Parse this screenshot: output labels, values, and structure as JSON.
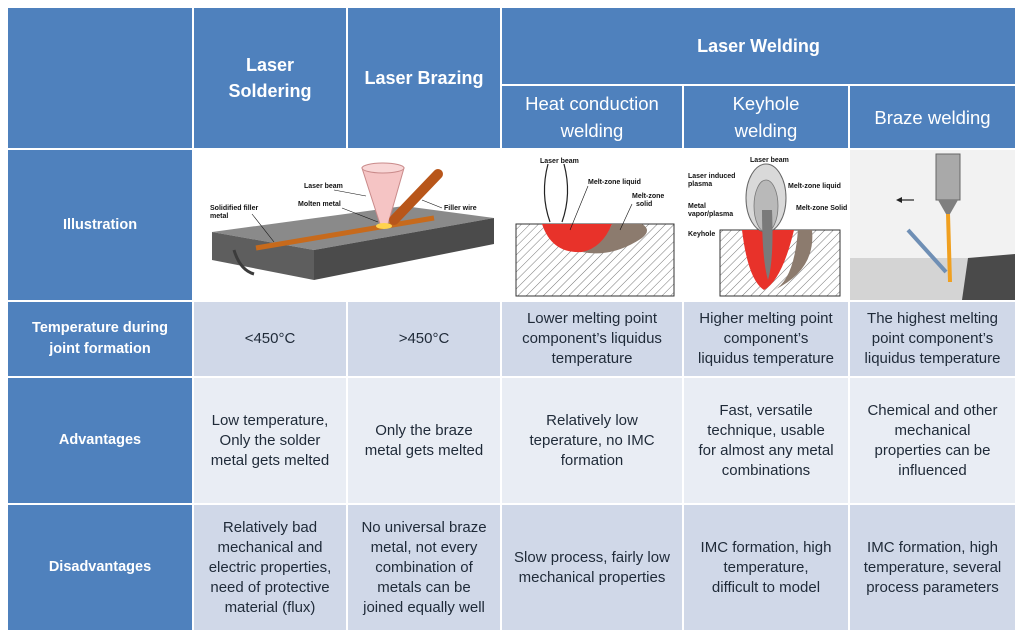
{
  "header": {
    "laser_soldering": "Laser\nSoldering",
    "laser_brazing": "Laser Brazing",
    "laser_welding": "Laser Welding",
    "heat_conduction": "Heat conduction\nwelding",
    "keyhole": "Keyhole\nwelding",
    "braze_welding": "Braze welding"
  },
  "rows": {
    "illustration": "Illustration",
    "temperature": "Temperature during\njoint formation",
    "advantages": "Advantages",
    "disadvantages": "Disadvantages"
  },
  "temperature": {
    "soldering": "<450°C",
    "brazing": ">450°C",
    "heat_conduction": "Lower melting point\ncomponent’s liquidus\ntemperature",
    "keyhole": "Higher melting point\ncomponent’s\nliquidus temperature",
    "braze_welding": "The highest melting\npoint component’s\nliquidus temperature"
  },
  "advantages": {
    "soldering": "Low temperature,\nOnly the solder\nmetal gets melted",
    "brazing": "Only the braze\nmetal gets melted",
    "heat_conduction": "Relatively low\nteperature, no IMC\nformation",
    "keyhole": "Fast, versatile\ntechnique, usable\nfor almost any metal\ncombinations",
    "braze_welding": "Chemical and other\nmechanical\nproperties can be\ninfluenced"
  },
  "disadvantages": {
    "soldering": "Relatively bad\nmechanical and\nelectric properties,\nneed of protective\nmaterial (flux)",
    "brazing": "No universal braze\nmetal, not every\ncombination of\nmetals can be\njoined equally well",
    "heat_conduction": "Slow process, fairly low\nmechanical properties",
    "keyhole": "IMC formation, high\ntemperature,\ndifficult to model",
    "braze_welding": "IMC formation, high\ntemperature, several\nprocess parameters"
  },
  "illustration_labels": {
    "solder_laser_beam": "Laser beam",
    "solder_molten_metal": "Molten metal",
    "solder_filler_wire": "Filler wire",
    "solder_solidified": "Solidified filler",
    "solder_solidified_2": "metal",
    "hc_laser_beam": "Laser beam",
    "hc_melt_liquid": "Melt-zone liquid",
    "hc_melt_solid": "Melt-zone",
    "hc_melt_solid_2": "solid",
    "kh_laser_beam": "Laser beam",
    "kh_induced_plasma": "Laser induced",
    "kh_induced_plasma_2": "plasma",
    "kh_metal_vapor": "Metal",
    "kh_metal_vapor_2": "vapor/plasma",
    "kh_melt_liquid": "Melt-zone liquid",
    "kh_melt_solid": "Melt-zone Solid",
    "kh_keyhole": "Keyhole"
  },
  "colors": {
    "header_blue": "#4f81bd",
    "band_dark": "#d0d8e8",
    "band_light": "#e9edf4",
    "melt_red": "#e8322a",
    "solid_brown": "#8c7b6e",
    "plate_gray": "#6b6b6b"
  }
}
